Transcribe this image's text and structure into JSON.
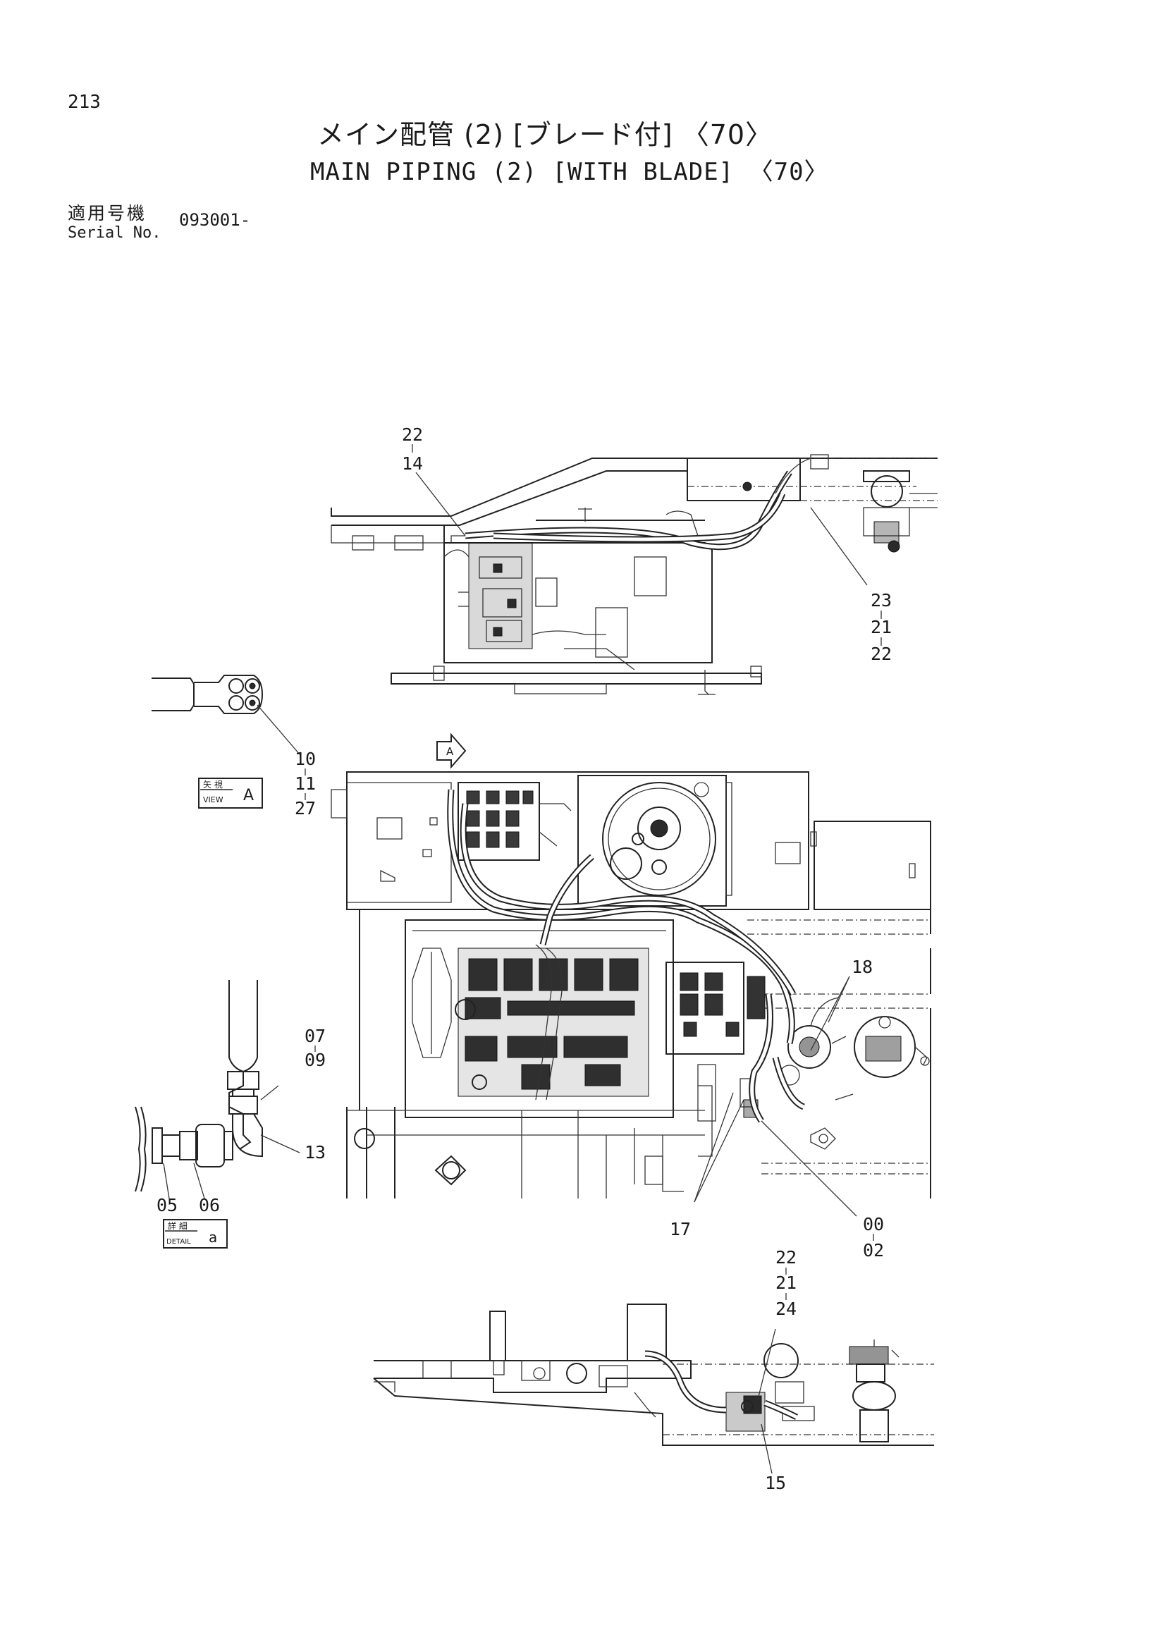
{
  "header": {
    "page_number": "213",
    "title_jp": "メイン配管 (2) [ブレード付] 〈70〉",
    "title_en": "MAIN PIPING (2) [WITH BLADE] 〈70〉",
    "serial_label_jp": "適用号機",
    "serial_label_en": "Serial No.",
    "serial_value": "093001-"
  },
  "stamps": {
    "view_jp": "矢 視",
    "view_en": "VIEW",
    "view_letter": "A",
    "detail_jp": "詳 細",
    "detail_en": "DETAIL",
    "detail_letter": "a",
    "arrow_letter": "A"
  },
  "callouts": {
    "c_top_22": "22",
    "c_top_14": "14",
    "c_right_23": "23",
    "c_right_21": "21",
    "c_right_22": "22",
    "c_view_10": "10",
    "c_view_11": "11",
    "c_view_27": "27",
    "c_det_07": "07",
    "c_det_09": "09",
    "c_det_13": "13",
    "c_det_05": "05",
    "c_det_06": "06",
    "c_18": "18",
    "c_17": "17",
    "c_00": "00",
    "c_02": "02",
    "c_bot_22": "22",
    "c_bot_21": "21",
    "c_bot_24": "24",
    "c_bot_15": "15"
  }
}
